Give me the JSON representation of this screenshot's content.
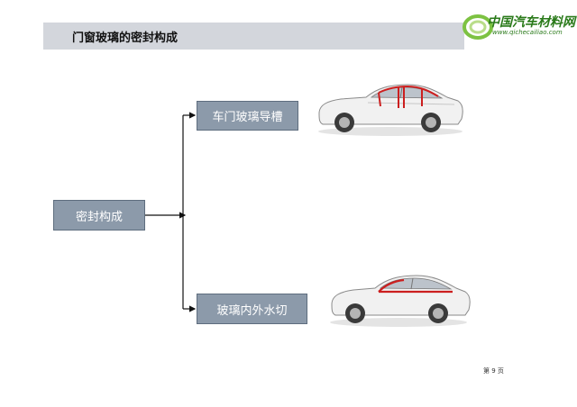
{
  "header": {
    "title": "门窗玻璃的密封构成"
  },
  "logo": {
    "name": "中国汽车材料网",
    "url": "www.qichecailiao.com"
  },
  "diagram": {
    "root": "密封构成",
    "branches": [
      {
        "label": "车门玻璃导槽"
      },
      {
        "label": "玻璃内外水切"
      }
    ]
  },
  "colors": {
    "box_fill": "#8c9aaa",
    "highlight": "#cc1f1f",
    "logo_green": "#2a7a1a",
    "title_bar": "#d3d6dc"
  },
  "footer": {
    "page": "第 9 页"
  }
}
